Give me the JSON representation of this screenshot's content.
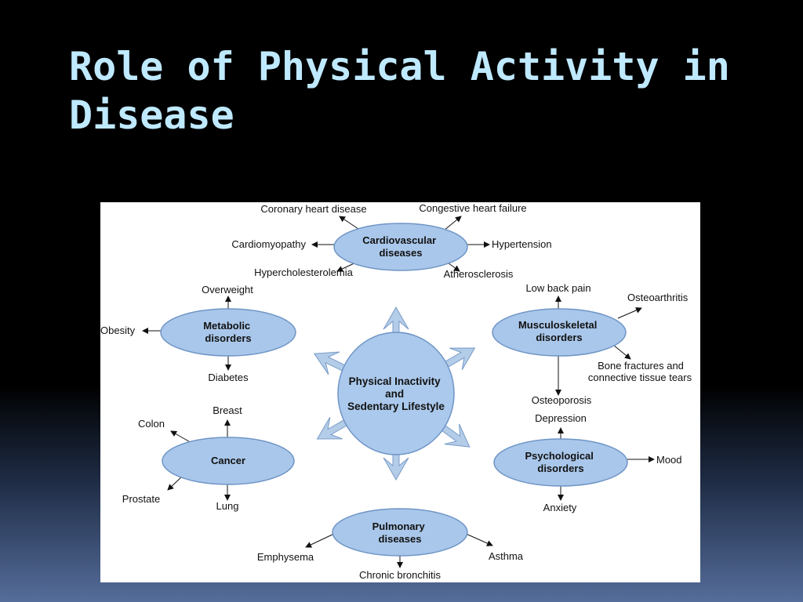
{
  "slide": {
    "title": "Role of Physical Activity in Disease",
    "colors": {
      "title": "#bfe9ff",
      "node_fill": "#a9c7ea",
      "node_stroke": "#6f95c6",
      "arrow": "#b3cce8"
    }
  },
  "diagram": {
    "center": {
      "lines": [
        "Physical Inactivity",
        "and",
        "Sedentary Lifestyle"
      ]
    },
    "nodes": [
      {
        "id": "cardiovascular",
        "lines": [
          "Cardiovascular",
          "diseases"
        ],
        "leaves": [
          "Coronary heart disease",
          "Congestive heart failure",
          "Cardiomyopathy",
          "Hypertension",
          "Hypercholesterolemia",
          "Atherosclerosis"
        ]
      },
      {
        "id": "metabolic",
        "lines": [
          "Metabolic",
          "disorders"
        ],
        "leaves": [
          "Overweight",
          "Obesity",
          "Diabetes"
        ]
      },
      {
        "id": "musculoskeletal",
        "lines": [
          "Musculoskeletal",
          "disorders"
        ],
        "leaves": [
          "Low back pain",
          "Osteoarthritis",
          "Bone fractures and",
          "connective tissue tears",
          "Osteoporosis"
        ]
      },
      {
        "id": "cancer",
        "lines": [
          "Cancer"
        ],
        "leaves": [
          "Breast",
          "Colon",
          "Prostate",
          "Lung"
        ]
      },
      {
        "id": "psychological",
        "lines": [
          "Psychological",
          "disorders"
        ],
        "leaves": [
          "Depression",
          "Mood",
          "Anxiety"
        ]
      },
      {
        "id": "pulmonary",
        "lines": [
          "Pulmonary",
          "diseases"
        ],
        "leaves": [
          "Emphysema",
          "Asthma",
          "Chronic bronchitis"
        ]
      }
    ]
  }
}
